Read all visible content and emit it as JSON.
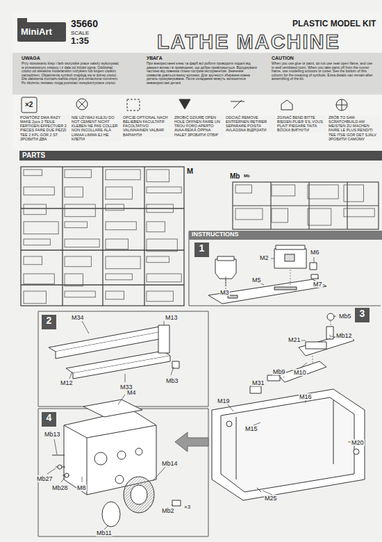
{
  "diagram": {
    "title": "LATHE MACHINE",
    "nodes": [
      {
        "text": [
          "PARTS"
        ]
      },
      {
        "text": [
          "INSTRUCTIONS"
        ]
      },
      {
        "text": [
          "1"
        ]
      },
      {
        "text": [
          "2"
        ]
      },
      {
        "text": [
          "3"
        ]
      },
      {
        "text": [
          "4"
        ]
      }
    ],
    "labels": [
      "MiniArt",
      "35660",
      "SCALE",
      "1:35",
      "PLASTIC MODEL KIT",
      "UWAGA",
      "Przy stosowaniu kleju i farb wszystkie prace należy wykonywać w przewiewnym miejscu i z dala od źródeł ognia. Oddzielać części od wlewków modelarskim nożykiem lub krojem ciętkim narzędziem. Objaśnienia symboli znajdują się w dolnej części. Dla ułatwienia montażu każda część jest oznaczona numerem. Po złożeniu zestawu mogą pozostać niewykorzystane części.",
      "УВАГА",
      "При використанні клею та фарб всі роботи проводити подалі від джерел вогню і в приміщенні, що добре провітрюється. Від'єднувати частини від ливника тільки гострим інструментом. Значення символів дивіться внизу колонки. Для зручності збирання кожна деталь пронумерована. Після складання можуть залишитися невикористані деталі.",
      "CAUTION",
      "When you use glue or paint, do not use near open flame, and use in well ventilated room. When you take parts off from the runner frame, use modelling scissors or cutter. See the bottom of this column for the meaning of symbols. Extra details can remain after assembling of the kit.",
      "×2",
      "POWTÓRZ DWA RAZY MAKE 2pcs 2 TEILE FERTIGEN EFFECTUER 2 PIECES FARE DUE PEZZI TEE 2 KPL GÖR 2 ST ЗРОБИТИ ДВА",
      "NIE UŻYWAJ KLEJU DO NOT CEMENT NICHT KLEBEN NE PAS COLLER NON INCOLLARE ÄLÄ LIIMAA LIMMA EJ НЕ КЛЕЇТИ",
      "OPCJE OPTIONAL NACH BELIEBEN FACULTATIF FACOLTATIVO VALINNAINEN VALBAR ВАРІАНТИ",
      "ZROBIĆ DZIURĘ OPEN HOLE ÖFFNEN FAIRE UN TROU FORO APERTO AVAA REIKÄ ÖPPNA HALET ЗРОБИТИ ОТВІР",
      "ODCIĄĆ REMOVE ENTFERNEN RETIRER SEPARARE POISTA AVLÄGSNA ВІДРІЗАТИ",
      "ZGINAĆ BEND BITTE BIEGEN PLIER S'IL VOUS PLAIT PIEGARE TAITA BÖCKA ВИГНУТИ",
      "ZRÓB TO SAM SCRATCHBUILD AM MEISTEN ZU MACHEN FAIRE LE PLUS RENDITI TEE ITSE GÖR DET SJÄLV ЗРОБИТИ САМОМУ",
      "M",
      "Mb",
      "Mb",
      "M2",
      "M6",
      "M3",
      "M5",
      "M7",
      "Mb5",
      "Mb12",
      "M21",
      "M10",
      "Mb9",
      "M31",
      "M19",
      "M16",
      "M15",
      "M20",
      "M25",
      "M34",
      "M13",
      "M12",
      "M33",
      "Mb3",
      "M4",
      "Mb13",
      "Mb27",
      "Mb28",
      "M8",
      "Mb14",
      "Mb11",
      "Mb2",
      "×3"
    ]
  }
}
